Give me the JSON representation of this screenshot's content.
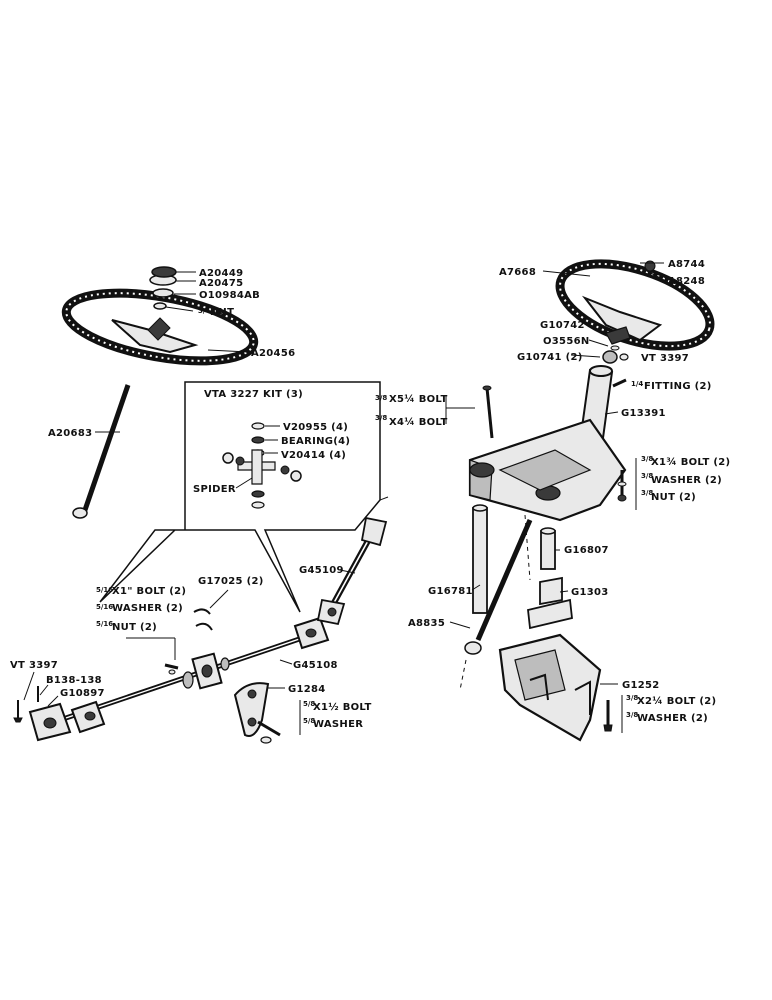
{
  "left_assembly": {
    "wheel_labels": {
      "cap1": "A20449",
      "cap2": "A20475",
      "ring": "O10984AB",
      "nut": "NUT",
      "nut_frac": "3/4",
      "wheel": "A20456"
    },
    "shaft": "A20683",
    "kit": {
      "title": "VTA 3227 KIT (3)",
      "bearing_cup": "V20955 (4)",
      "bearing": "BEARING(4)",
      "ring": "V20414 (4)",
      "spider": "SPIDER"
    },
    "hardware_left": {
      "bolt": "X1\" BOLT (2)",
      "bolt_frac": "5/16",
      "washer": "WASHER (2)",
      "washer_frac": "5/16",
      "nut": "NUT (2)",
      "nut_frac": "5/16"
    },
    "g17025": "G17025 (2)",
    "g45109": "G45109",
    "g45108": "G45108",
    "g1284": "G1284",
    "vt3397": "VT 3397",
    "b138": "B138-138",
    "g10897": "G10897",
    "hardware_bottom": {
      "bolt": "X1½ BOLT",
      "bolt_frac": "5/8",
      "washer": "WASHER",
      "washer_frac": "5/8"
    }
  },
  "right_assembly": {
    "a8744": "A8744",
    "a7668": "A7668",
    "a8248": "A8248",
    "g10742": "G10742",
    "o3556n": "O3556N",
    "g10741": "G10741 (2)",
    "vt3397": "VT 3397",
    "fitting": "FITTING (2)",
    "fitting_frac": "1/4",
    "bolt_long": "X5¼ BOLT",
    "bolt_long_frac": "3/8",
    "bolt_short": "X4¼ BOLT",
    "bolt_short_frac": "3/8",
    "g13391": "G13391",
    "hw_top": {
      "bolt": "X1¾ BOLT (2)",
      "bolt_frac": "3/8",
      "washer": "WASHER (2)",
      "washer_frac": "3/8",
      "nut": "NUT (2)",
      "nut_frac": "3/8"
    },
    "g16807": "G16807",
    "g16781": "G16781",
    "g1303": "G1303",
    "a8835": "A8835",
    "g1252": "G1252",
    "hw_bottom": {
      "bolt": "X2¼ BOLT (2)",
      "bolt_frac": "3/8",
      "washer": "WASHER (2)",
      "washer_frac": "3/8"
    }
  }
}
